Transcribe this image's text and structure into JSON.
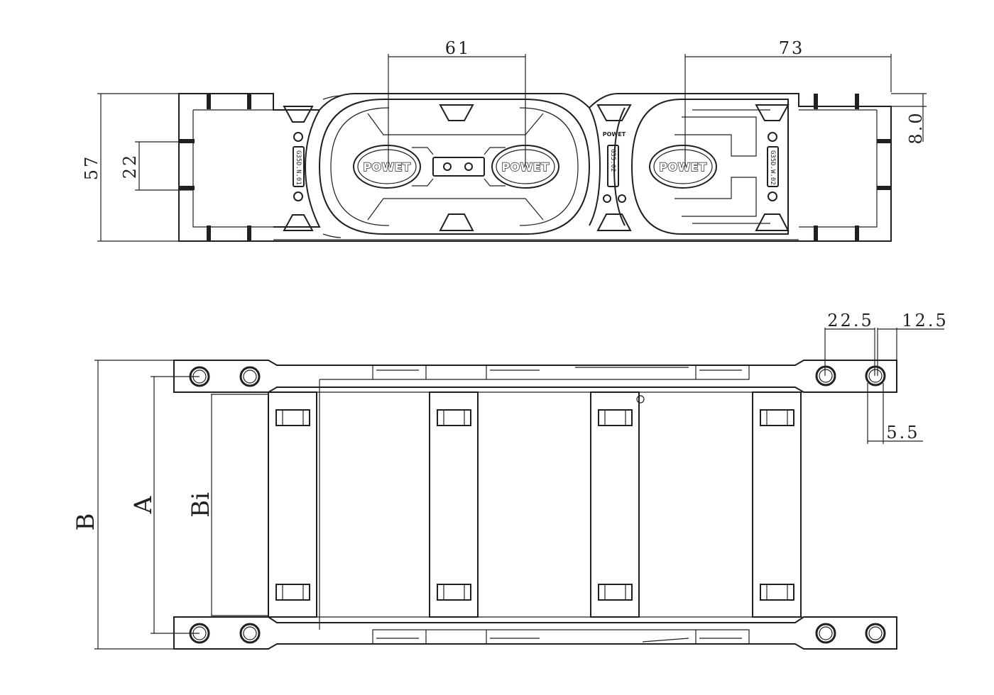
{
  "dimensions": {
    "pitch_61": "61",
    "pitch_73": "73",
    "height_57": "57",
    "inner_22": "22",
    "lug_8": "8.0",
    "hole_22_5": "22.5",
    "hole_12_5": "12.5",
    "hole_5_5": "5.5"
  },
  "labels": {
    "B": "B",
    "A": "A",
    "Bi": "Bi"
  },
  "markings": {
    "brand": "POWET",
    "part_left": "G35D.N.01",
    "part_mid": "G35.02",
    "part_right": "G35D.W.02"
  }
}
